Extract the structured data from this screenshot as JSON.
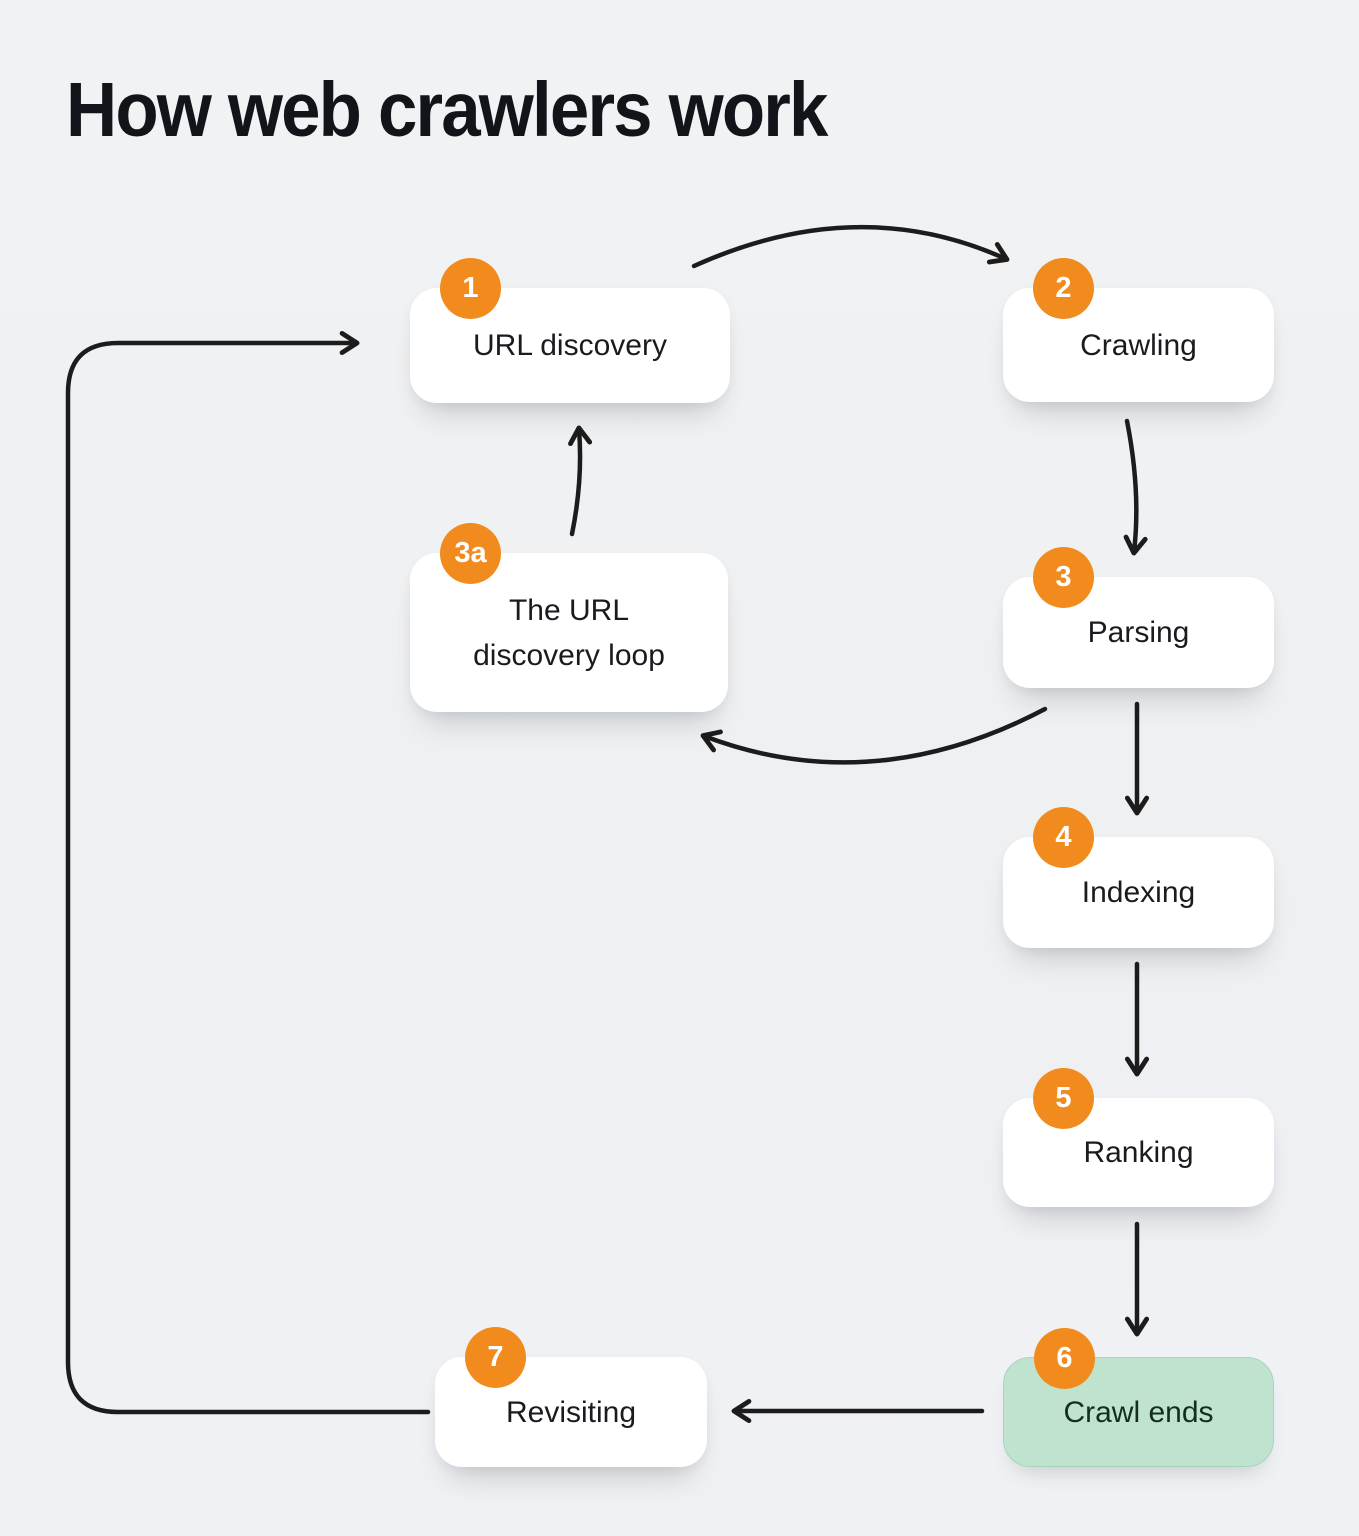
{
  "title": "How web crawlers work",
  "colors": {
    "background": "#eff0f3",
    "box": "#ffffff",
    "box_highlight": "#c0e3d0",
    "box_highlight_border": "#a9d4bc",
    "badge": "#f28b1e",
    "badge_text": "#ffffff",
    "arrow": "#1c1c1c",
    "text": "#191b1f",
    "text_highlight": "#142e1f",
    "title": "#121419"
  },
  "nodes": [
    {
      "id": "url-discovery",
      "badge": "1",
      "label": "URL discovery",
      "highlight": false
    },
    {
      "id": "crawling",
      "badge": "2",
      "label": "Crawling",
      "highlight": false
    },
    {
      "id": "parsing",
      "badge": "3",
      "label": "Parsing",
      "highlight": false
    },
    {
      "id": "url-discovery-loop",
      "badge": "3a",
      "label": "The URL\ndiscovery loop",
      "highlight": false
    },
    {
      "id": "indexing",
      "badge": "4",
      "label": "Indexing",
      "highlight": false
    },
    {
      "id": "ranking",
      "badge": "5",
      "label": "Ranking",
      "highlight": false
    },
    {
      "id": "crawl-ends",
      "badge": "6",
      "label": "Crawl ends",
      "highlight": true
    },
    {
      "id": "revisiting",
      "badge": "7",
      "label": "Revisiting",
      "highlight": false
    }
  ],
  "edges": [
    {
      "from": "URL discovery",
      "to": "Crawling"
    },
    {
      "from": "Crawling",
      "to": "Parsing"
    },
    {
      "from": "Parsing",
      "to": "The URL discovery loop"
    },
    {
      "from": "The URL discovery loop",
      "to": "URL discovery"
    },
    {
      "from": "Parsing",
      "to": "Indexing"
    },
    {
      "from": "Indexing",
      "to": "Ranking"
    },
    {
      "from": "Ranking",
      "to": "Crawl ends"
    },
    {
      "from": "Crawl ends",
      "to": "Revisiting"
    },
    {
      "from": "Revisiting",
      "to": "URL discovery"
    }
  ]
}
